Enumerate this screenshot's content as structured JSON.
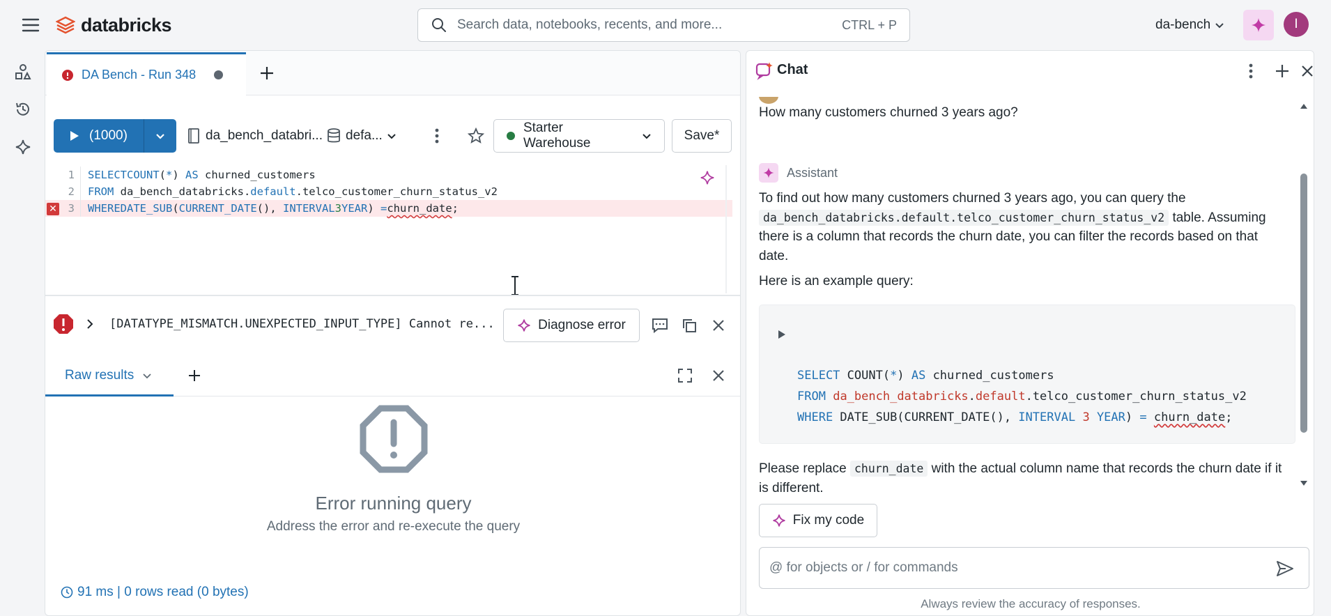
{
  "topbar": {
    "brand": "databricks",
    "search_placeholder": "Search data, notebooks, recents, and more...",
    "search_shortcut": "CTRL + P",
    "workspace": "da-bench",
    "avatar_initial": "I"
  },
  "editor": {
    "tab_title": "DA Bench - Run 348",
    "run_label": "(1000)",
    "catalog": "da_bench_databri...",
    "schema": "defa...",
    "warehouse": "Starter Warehouse",
    "save_label": "Save*",
    "code_lines": {
      "line1": "SELECT COUNT(*) AS churned_customers",
      "line2": "FROM da_bench_databricks.default.telco_customer_churn_status_v2",
      "line3": "WHERE DATE_SUB(CURRENT_DATE(), INTERVAL 3 YEAR) = churn_date;"
    }
  },
  "error_bar": {
    "message": "[DATATYPE_MISMATCH.UNEXPECTED_INPUT_TYPE] Cannot re...",
    "diagnose_label": "Diagnose error"
  },
  "results": {
    "tab_label": "Raw results",
    "empty_title": "Error running query",
    "empty_subtitle": "Address the error and re-execute the query",
    "status": "91 ms | 0 rows read (0 bytes)"
  },
  "chat": {
    "title": "Chat",
    "user_question": "How many customers churned 3 years ago?",
    "assistant_label": "Assistant",
    "p1_before": "To find out how many customers churned 3 years ago, you can query the",
    "p1_code": "da_bench_databricks.default.telco_customer_churn_status_v2",
    "p1_after": "table. Assuming there is a column that records the churn date, you can filter the records based on that date.",
    "p2": "Here is an example query:",
    "p3_before": "Please replace",
    "p3_code": "churn_date",
    "p3_after": "with the actual column name that records the churn date if it is different.",
    "fix_label": "Fix my code",
    "input_placeholder": "@ for objects or / for commands",
    "disclaimer": "Always review the accuracy of responses."
  }
}
